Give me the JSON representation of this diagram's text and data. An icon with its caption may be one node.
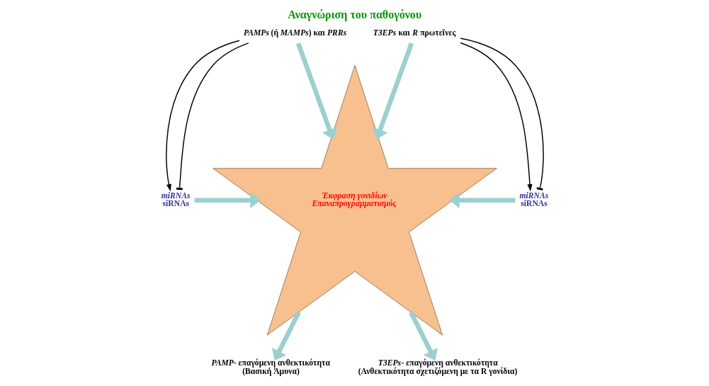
{
  "diagram": {
    "title": "Αναγνώριση του παθογόνου",
    "nodes": [
      {
        "text": [
          "*PAMPs* (ή *MAMPs*) και *PRRs*"
        ]
      },
      {
        "text": [
          "*T3EPs* και *R* πρωτεΐνες"
        ]
      },
      {
        "text": [
          "*miRNAs*",
          "siRNAs"
        ]
      },
      {
        "text": [
          "Έκφραση γονιδίων",
          "Επαναπρογραμματισμός"
        ]
      },
      {
        "text": [
          "*miRNAs*",
          "siRNAs"
        ]
      },
      {
        "text": [
          "*PAMP*- επαγόμενη ανθεκτικότητα",
          "(Βασική Άμυνα)"
        ]
      },
      {
        "text": [
          "*T3EPs*- επαγόμενη ανθεκτικότητα",
          "(Ανθεκτικότητα σχετιζόμενη με τα R γονίδια)"
        ]
      }
    ],
    "edges": [
      {
        "from": 0,
        "to": 3,
        "arrow": "to"
      },
      {
        "from": 1,
        "to": 3,
        "arrow": "to"
      },
      {
        "from": 2,
        "to": 3,
        "arrow": "to"
      },
      {
        "from": 4,
        "to": 3,
        "arrow": "to"
      },
      {
        "from": 3,
        "to": 5,
        "arrow": "to"
      },
      {
        "from": 3,
        "to": 6,
        "arrow": "to"
      },
      {
        "from": 0,
        "to": 2,
        "arrow": "to",
        "color": "#000000"
      },
      {
        "from": 0,
        "to": 2,
        "arrow": "other",
        "color": "#000000"
      },
      {
        "from": 1,
        "to": 4,
        "arrow": "to",
        "color": "#000000"
      },
      {
        "from": 1,
        "to": 4,
        "arrow": "other",
        "color": "#000000"
      }
    ]
  }
}
